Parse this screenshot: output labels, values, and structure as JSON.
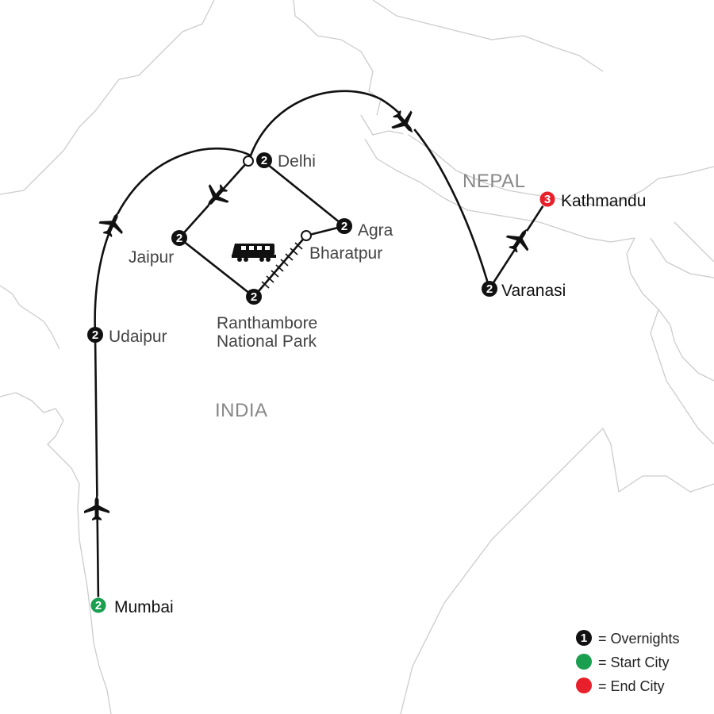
{
  "countries": {
    "india": "INDIA",
    "nepal": "NEPAL"
  },
  "cities": {
    "mumbai": {
      "name": "Mumbai",
      "nights": "2",
      "role": "start"
    },
    "udaipur": {
      "name": "Udaipur",
      "nights": "2",
      "role": "overnight"
    },
    "jaipur": {
      "name": "Jaipur",
      "nights": "2",
      "role": "overnight"
    },
    "delhi": {
      "name": "Delhi",
      "nights": "2",
      "role": "overnight"
    },
    "agra": {
      "name": "Agra",
      "nights": "2",
      "role": "overnight"
    },
    "bharatpur": {
      "name": "Bharatpur",
      "role": "stop"
    },
    "ranthambore": {
      "line1": "Ranthambore",
      "line2": "National Park",
      "nights": "2",
      "role": "overnight"
    },
    "varanasi": {
      "name": "Varanasi",
      "nights": "2",
      "role": "overnight"
    },
    "kathmandu": {
      "name": "Kathmandu",
      "nights": "3",
      "role": "end"
    }
  },
  "legend": {
    "overnights": {
      "badge": "1",
      "label": "= Overnights"
    },
    "start": {
      "label": "= Start City"
    },
    "end": {
      "label": "= End City"
    }
  },
  "colors": {
    "overnight": "#111111",
    "start": "#1a9e4f",
    "end": "#e8202b",
    "border": "#cccccc"
  },
  "icons": {
    "plane": "airplane-icon",
    "train": "train-icon"
  }
}
